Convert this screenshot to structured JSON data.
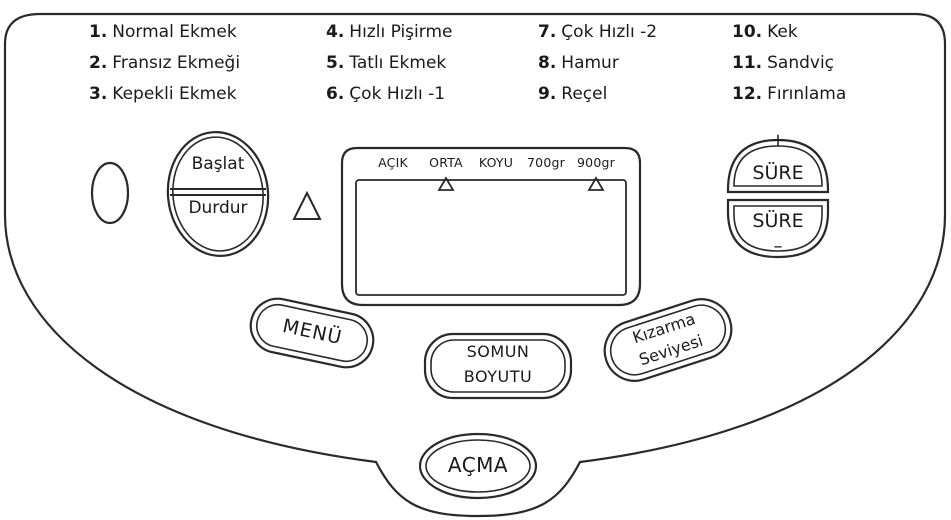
{
  "programs": [
    {
      "num": "1.",
      "name": "Normal Ekmek"
    },
    {
      "num": "2.",
      "name": "Fransız Ekmeği"
    },
    {
      "num": "3.",
      "name": "Kepekli Ekmek"
    },
    {
      "num": "4.",
      "name": "Hızlı Pişirme"
    },
    {
      "num": "5.",
      "name": "Tatlı Ekmek"
    },
    {
      "num": "6.",
      "name": "Çok Hızlı -1"
    },
    {
      "num": "7.",
      "name": "Çok Hızlı -2"
    },
    {
      "num": "8.",
      "name": "Hamur"
    },
    {
      "num": "9.",
      "name": "Reçel"
    },
    {
      "num": "10.",
      "name": "Kek"
    },
    {
      "num": "11.",
      "name": "Sandviç"
    },
    {
      "num": "12.",
      "name": "Fırınlama"
    }
  ],
  "display": {
    "labels": [
      "AÇIK",
      "ORTA",
      "KOYU",
      "700gr",
      "900gr"
    ]
  },
  "buttons": {
    "start": "Başlat",
    "stop": "Durdur",
    "time_label": "SÜRE",
    "time_plus_symbol": "+",
    "time_minus_symbol": "–",
    "menu": "MENÜ",
    "loaf_size_line1": "SOMUN",
    "loaf_size_line2": "BOYUTU",
    "crust_line1": "Kızarma",
    "crust_line2": "Seviyesi",
    "open": "AÇMA"
  }
}
